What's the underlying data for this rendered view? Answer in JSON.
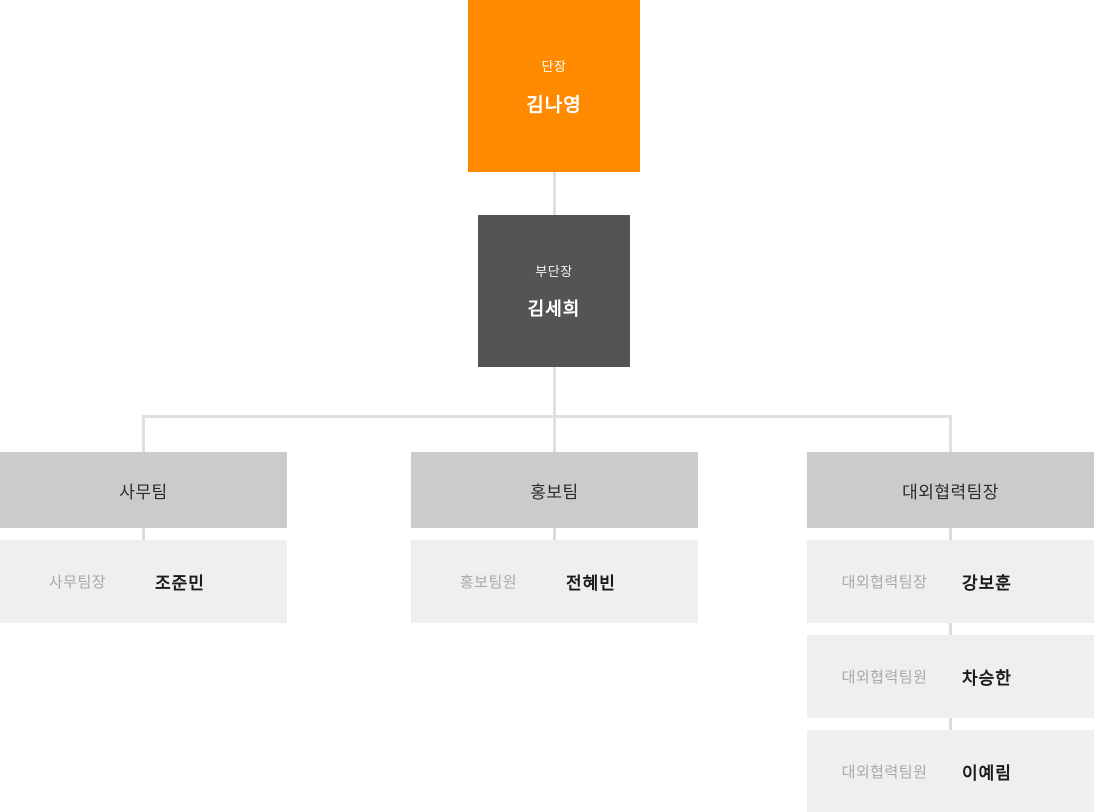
{
  "colors": {
    "orange": "#FF8A00",
    "dark": "#545454",
    "headerBg": "#CBCBCB",
    "rowBg": "#EFEFEF",
    "line": "#E0E0E0",
    "labelText": "#A9A9A9",
    "nameText": "#1B1B1B",
    "headerText": "#2B2B2B"
  },
  "org": {
    "director": {
      "role": "단장",
      "name": "김나영"
    },
    "vice_director": {
      "role": "부단장",
      "name": "김세희"
    },
    "branches": [
      {
        "title": "사무팀",
        "members": [
          {
            "role": "사무팀장",
            "name": "조준민"
          }
        ]
      },
      {
        "title": "홍보팀",
        "members": [
          {
            "role": "홍보팀원",
            "name": "전혜빈"
          }
        ]
      },
      {
        "title": "대외협력팀장",
        "members": [
          {
            "role": "대외협력팀장",
            "name": "강보훈"
          },
          {
            "role": "대외협력팀원",
            "name": "차승한"
          },
          {
            "role": "대외협력팀원",
            "name": "이예림"
          }
        ]
      }
    ]
  }
}
